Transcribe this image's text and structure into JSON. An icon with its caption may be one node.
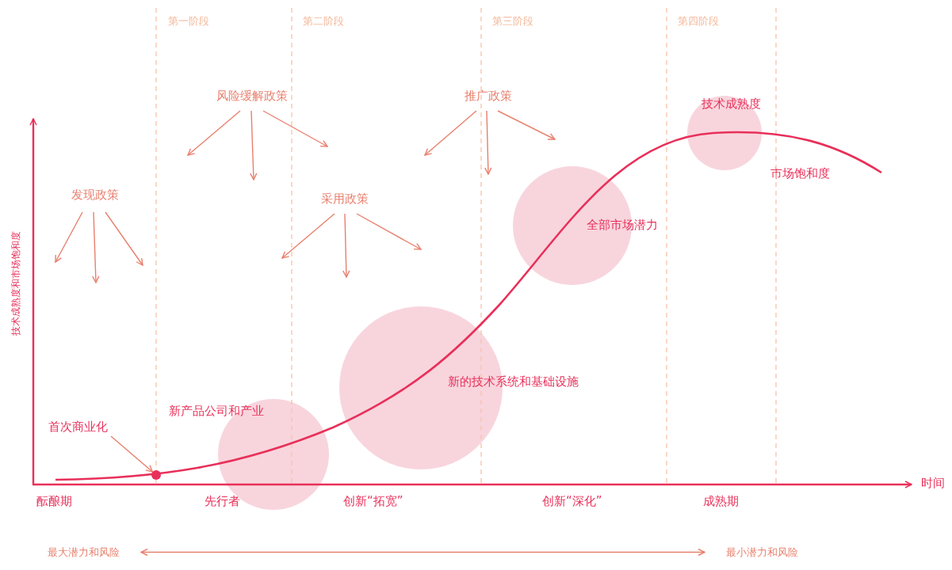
{
  "diagram": {
    "nodes": [
      {
        "text": [
          "发现政策"
        ]
      },
      {
        "text": [
          "风险缓解政策"
        ]
      },
      {
        "text": [
          "采用政策"
        ]
      },
      {
        "text": [
          "推广政策"
        ]
      },
      {
        "text": [
          "首次商业化"
        ]
      },
      {
        "text": [],
        "shape": "circle"
      },
      {
        "text": [
          "新产品公司和产业"
        ]
      },
      {
        "text": [
          "新的技术系统和基础设施"
        ]
      },
      {
        "text": [
          "全部市场潜力"
        ]
      },
      {
        "text": [
          "技术成熟度"
        ]
      },
      {
        "text": [
          "最大潜力和风险"
        ]
      },
      {
        "text": [
          "最小潜力和风险"
        ]
      }
    ],
    "edges": [
      {
        "from": 0,
        "to": null,
        "arrow": "to"
      },
      {
        "from": 0,
        "to": null,
        "arrow": "to"
      },
      {
        "from": 0,
        "to": null,
        "arrow": "to"
      },
      {
        "from": 1,
        "to": null,
        "arrow": "to"
      },
      {
        "from": 1,
        "to": null,
        "arrow": "to"
      },
      {
        "from": 1,
        "to": null,
        "arrow": "to"
      },
      {
        "from": 2,
        "to": null,
        "arrow": "to"
      },
      {
        "from": 2,
        "to": null,
        "arrow": "to"
      },
      {
        "from": 2,
        "to": null,
        "arrow": "to"
      },
      {
        "from": 3,
        "to": null,
        "arrow": "to"
      },
      {
        "from": 3,
        "to": null,
        "arrow": "to"
      },
      {
        "from": 3,
        "to": null,
        "arrow": "to"
      },
      {
        "from": 4,
        "to": 5,
        "arrow": "to"
      },
      {
        "from": 10,
        "to": 11,
        "arrow": "both"
      }
    ],
    "labels": [
      "第一阶段",
      "第二阶段",
      "第三阶段",
      "第四阶段",
      "市场饱和度",
      "技术成熟度和市场饱和度",
      "酝酿期",
      "先行者",
      "创新“拓宽”",
      "创新“深化”",
      "成熟期",
      "时间"
    ]
  }
}
